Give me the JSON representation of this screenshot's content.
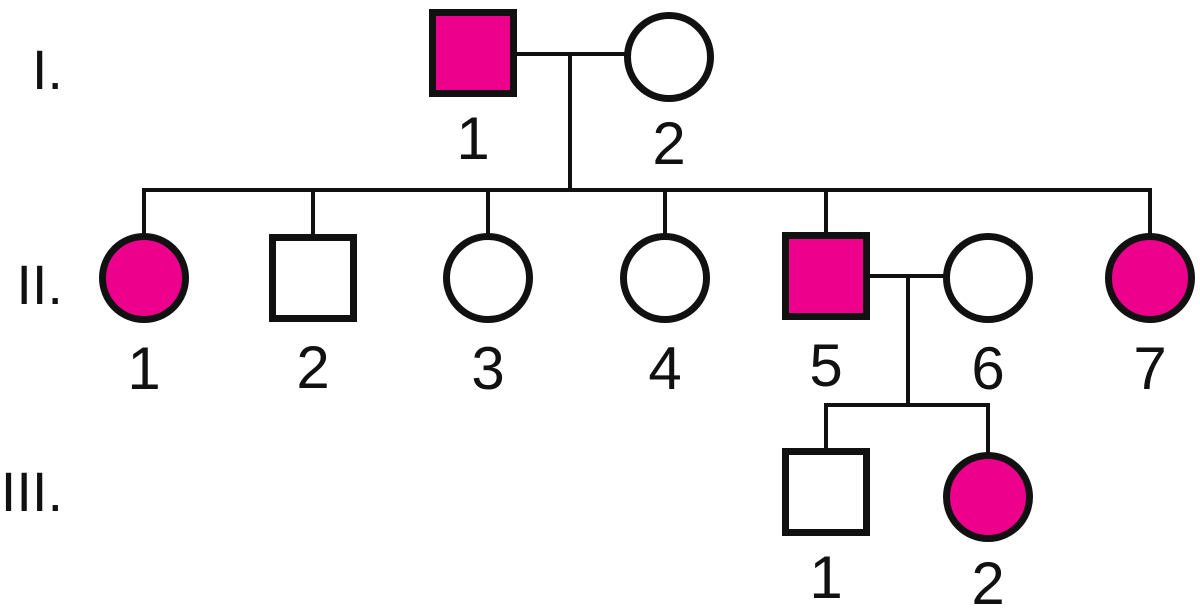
{
  "diagram": {
    "kind": "pedigree-chart",
    "colors": {
      "affected_fill": "#EC008C",
      "unaffected_fill": "#FFFFFF",
      "stroke": "#111111",
      "background": "#FFFFFF"
    }
  },
  "generations": [
    {
      "label": "I."
    },
    {
      "label": "II."
    },
    {
      "label": "III."
    }
  ],
  "individuals": {
    "I1": {
      "id": "I-1",
      "label": "1",
      "sex": "male",
      "affected": true
    },
    "I2": {
      "id": "I-2",
      "label": "2",
      "sex": "female",
      "affected": false
    },
    "II1": {
      "id": "II-1",
      "label": "1",
      "sex": "female",
      "affected": true
    },
    "II2": {
      "id": "II-2",
      "label": "2",
      "sex": "male",
      "affected": false
    },
    "II3": {
      "id": "II-3",
      "label": "3",
      "sex": "female",
      "affected": false
    },
    "II4": {
      "id": "II-4",
      "label": "4",
      "sex": "female",
      "affected": false
    },
    "II5": {
      "id": "II-5",
      "label": "5",
      "sex": "male",
      "affected": true
    },
    "II6": {
      "id": "II-6",
      "label": "6",
      "sex": "female",
      "affected": false
    },
    "II7": {
      "id": "II-7",
      "label": "7",
      "sex": "female",
      "affected": true
    },
    "III1": {
      "id": "III-1",
      "label": "1",
      "sex": "male",
      "affected": false
    },
    "III2": {
      "id": "III-2",
      "label": "2",
      "sex": "female",
      "affected": true
    }
  },
  "families": [
    {
      "partners": [
        "I-1",
        "I-2"
      ],
      "children": [
        "II-1",
        "II-2",
        "II-3",
        "II-4",
        "II-5",
        "II-7"
      ]
    },
    {
      "partners": [
        "II-5",
        "II-6"
      ],
      "children": [
        "III-1",
        "III-2"
      ]
    }
  ]
}
